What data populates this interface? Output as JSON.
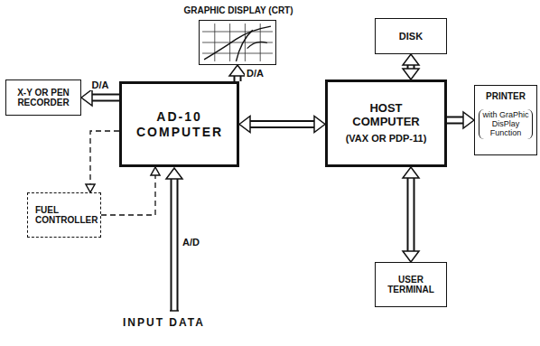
{
  "diagram": {
    "nodes": [
      {
        "text": [
          "GRAPHIC DISPLAY (CRT)"
        ]
      },
      {
        "text": [
          "DISK"
        ]
      },
      {
        "text": [
          "X-Y OR PEN RECORDER"
        ]
      },
      {
        "text": [
          "AD-10 COMPUTER"
        ]
      },
      {
        "text": [
          "HOST COMPUTER",
          "(VAX OR PDP-11)"
        ]
      },
      {
        "text": [
          "PRINTER",
          "with GraPhic DisPlay Function"
        ]
      },
      {
        "text": [
          "FUEL CONTROLLER"
        ]
      },
      {
        "text": [
          "USER TERMINAL"
        ]
      }
    ],
    "edges": [
      {
        "from": 3,
        "to": 0,
        "label": "D/A",
        "arrow": "to"
      },
      {
        "from": 3,
        "to": 2,
        "label": "D/A",
        "arrow": "to"
      },
      {
        "from": 3,
        "to": 4,
        "arrow": "both"
      },
      {
        "from": 1,
        "to": 4,
        "arrow": "both"
      },
      {
        "from": 4,
        "to": 5,
        "arrow": "to"
      },
      {
        "from": 4,
        "to": 7,
        "arrow": "both"
      },
      {
        "from": 3,
        "to": 6,
        "arrow": "to"
      },
      {
        "from": 6,
        "to": 3,
        "arrow": "to"
      }
    ],
    "labels": [
      "A/D",
      "INPUT DATA"
    ]
  }
}
